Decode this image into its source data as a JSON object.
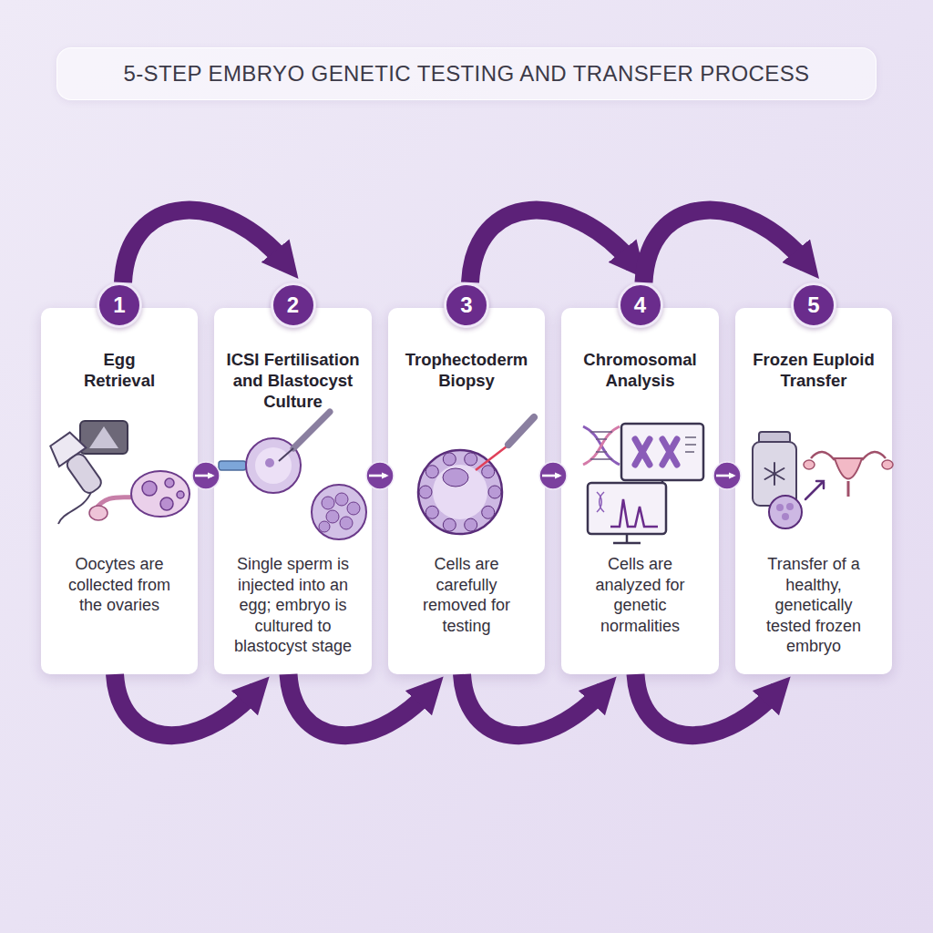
{
  "diagram": {
    "title": "5-STEP EMBRYO GENETIC TESTING AND TRANSFER PROCESS",
    "nodes": [
      {
        "text": [
          "Egg Retrieval",
          "Oocytes are collected from the ovaries"
        ]
      },
      {
        "text": [
          "1"
        ],
        "in": 0
      },
      {
        "text": [
          "ICSI Fertilisation and Blastocyst Culture",
          "Single sperm is injected into an egg; embryo is cultured to blastocyst stage"
        ]
      },
      {
        "text": [
          "2"
        ],
        "in": 2
      },
      {
        "text": [
          "Trophectoderm Biopsy",
          "Cells are carefully removed for testing"
        ]
      },
      {
        "text": [
          "3"
        ],
        "in": 4
      },
      {
        "text": [
          "Chromosomal Analysis",
          "Cells are analyzed for genetic normalities"
        ]
      },
      {
        "text": [
          "4"
        ],
        "in": 6
      },
      {
        "text": [
          "Frozen Euploid Transfer",
          "Transfer of a healthy, genetically tested frozen embryo"
        ]
      },
      {
        "text": [
          "5"
        ],
        "in": 8
      }
    ],
    "edges": [
      {
        "from": 0,
        "to": 2,
        "arrow": "to"
      },
      {
        "from": 2,
        "to": 4,
        "arrow": "to"
      },
      {
        "from": 4,
        "to": 6,
        "arrow": "to"
      },
      {
        "from": 6,
        "to": 8,
        "arrow": "to"
      },
      {
        "from": 1,
        "to": 3,
        "arrow": "to"
      },
      {
        "from": 5,
        "to": 7,
        "arrow": "to"
      },
      {
        "from": 7,
        "to": 9,
        "arrow": "to"
      },
      {
        "from": 0,
        "to": 2,
        "arrow": "to"
      },
      {
        "from": 2,
        "to": 4,
        "arrow": "to"
      },
      {
        "from": 4,
        "to": 6,
        "arrow": "to"
      },
      {
        "from": 6,
        "to": 8,
        "arrow": "to"
      }
    ]
  }
}
